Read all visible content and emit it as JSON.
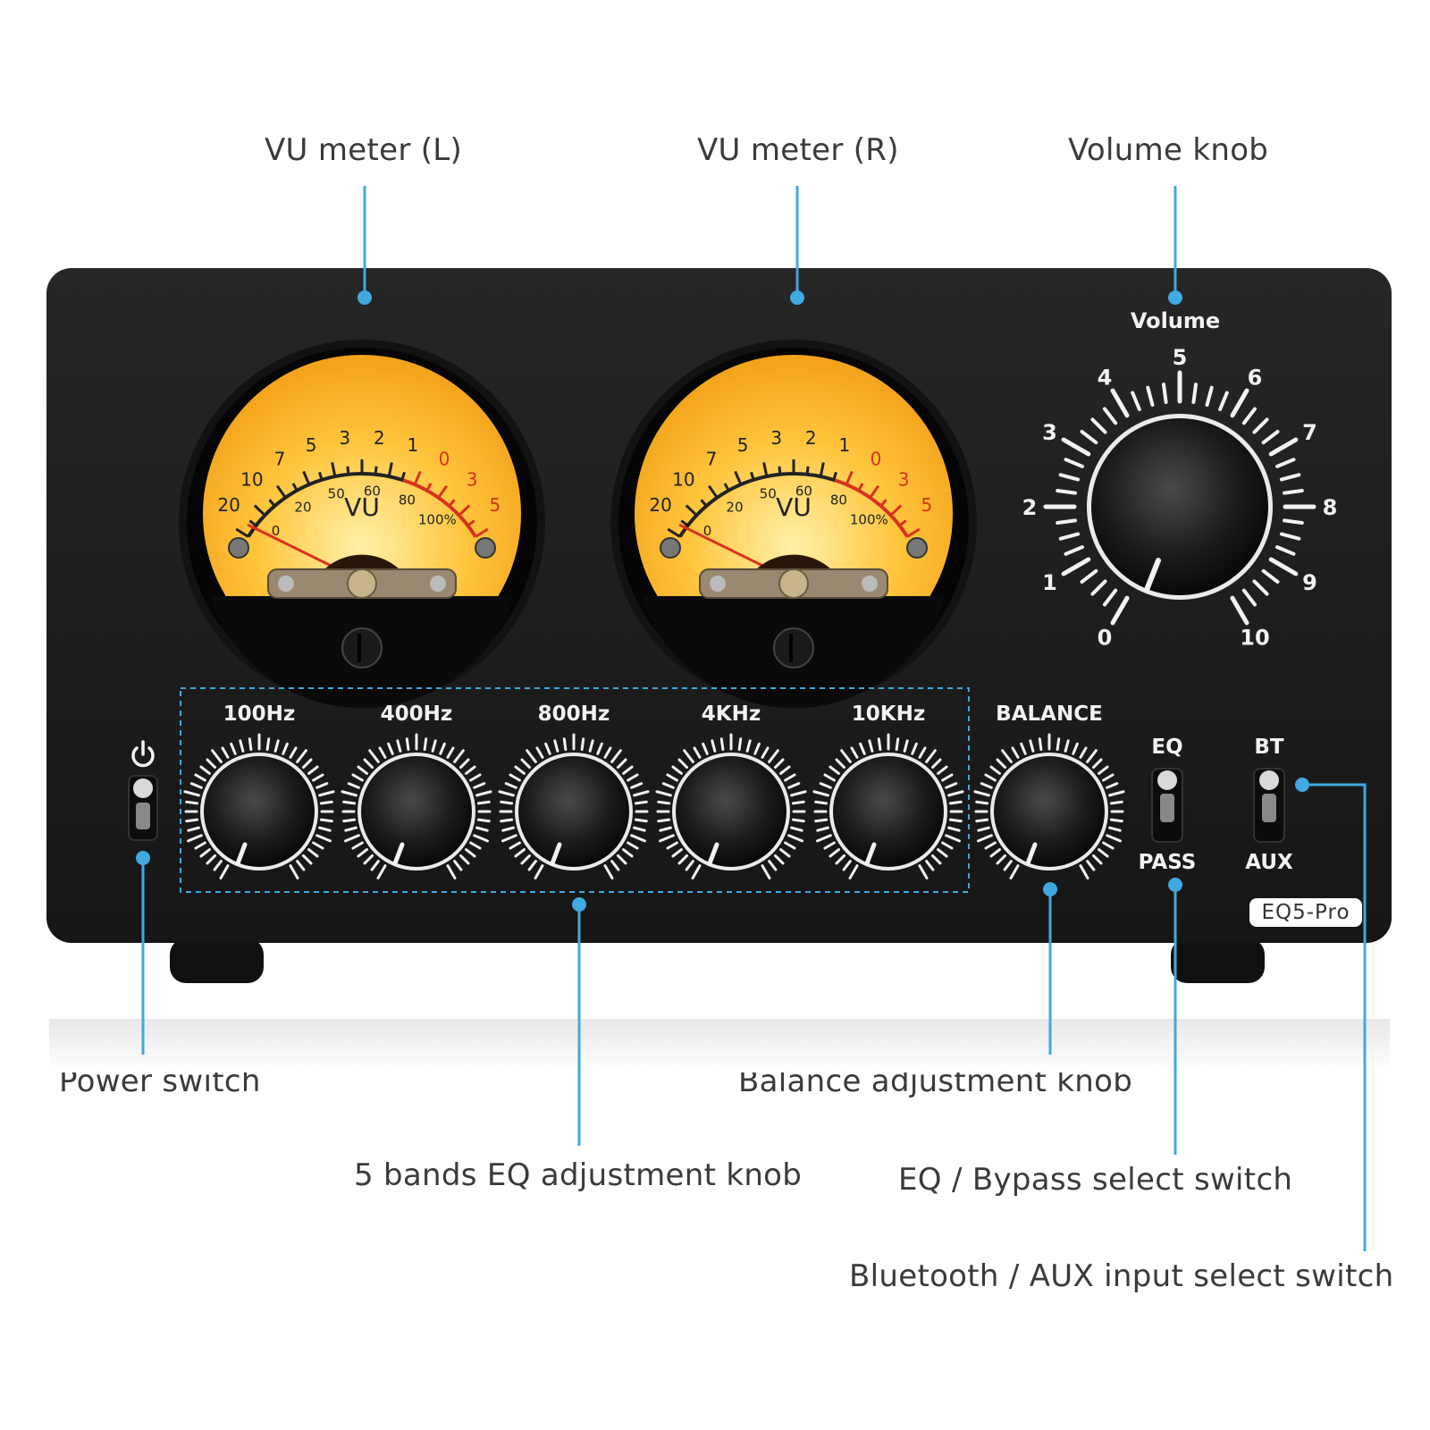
{
  "callouts": {
    "vu_left": "VU meter (L)",
    "vu_right": "VU meter (R)",
    "volume_knob": "Volume knob",
    "power_switch": "Power switch",
    "balance_knob": "Balance adjustment knob",
    "eq_knobs": "5 bands EQ adjustment knob",
    "eq_bypass_switch": "EQ / Bypass select switch",
    "input_switch": "Bluetooth / AUX input select switch"
  },
  "panel": {
    "volume_label": "Volume",
    "volume_scale": [
      "0",
      "1",
      "2",
      "3",
      "4",
      "5",
      "6",
      "7",
      "8",
      "9",
      "10"
    ],
    "eq_bands": [
      "100Hz",
      "400Hz",
      "800Hz",
      "4KHz",
      "10KHz"
    ],
    "balance_label": "BALANCE",
    "eq_switch_top": "EQ",
    "eq_switch_bottom": "PASS",
    "input_switch_top": "BT",
    "input_switch_bottom": "AUX",
    "model": "EQ5-Pro",
    "power_icon": "power-icon"
  },
  "vu_meter": {
    "db_scale": [
      "20",
      "10",
      "7",
      "5",
      "3",
      "2",
      "1",
      "0",
      "3",
      "5"
    ],
    "percent_scale": [
      "0",
      "20",
      "50",
      "60",
      "80",
      "100%"
    ],
    "minus": "−",
    "plus": "+",
    "label": "VU"
  },
  "colors": {
    "accent": "#3fa9e0",
    "panel": "#1d1d1d",
    "meter_face": "#ffb830",
    "needle": "#d8321e",
    "red_scale": "#d8321e"
  }
}
